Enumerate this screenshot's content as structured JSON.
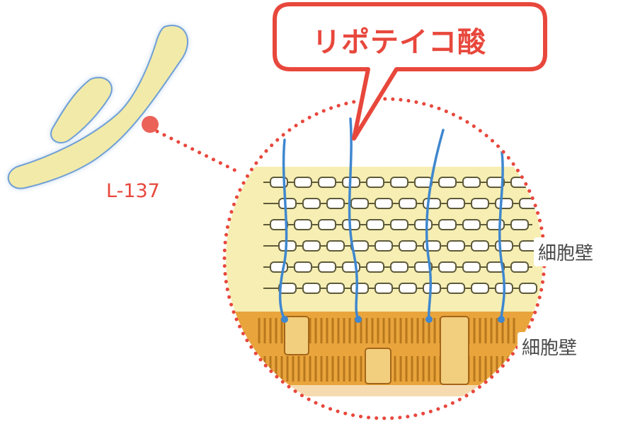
{
  "callout": {
    "text": "リポテイコ酸"
  },
  "bacterium": {
    "label": "L-137"
  },
  "layers": {
    "upper_label": "細胞壁",
    "lower_label": "細胞壁"
  },
  "colors": {
    "accent_red": "#e8473c",
    "bacterium_fill": "#f2eaa8",
    "bacterium_outline": "#8fb6e0",
    "upper_layer": "#f6eeb2",
    "lower_layer": "#e9a53c",
    "strand_blue": "#3f87cf"
  }
}
